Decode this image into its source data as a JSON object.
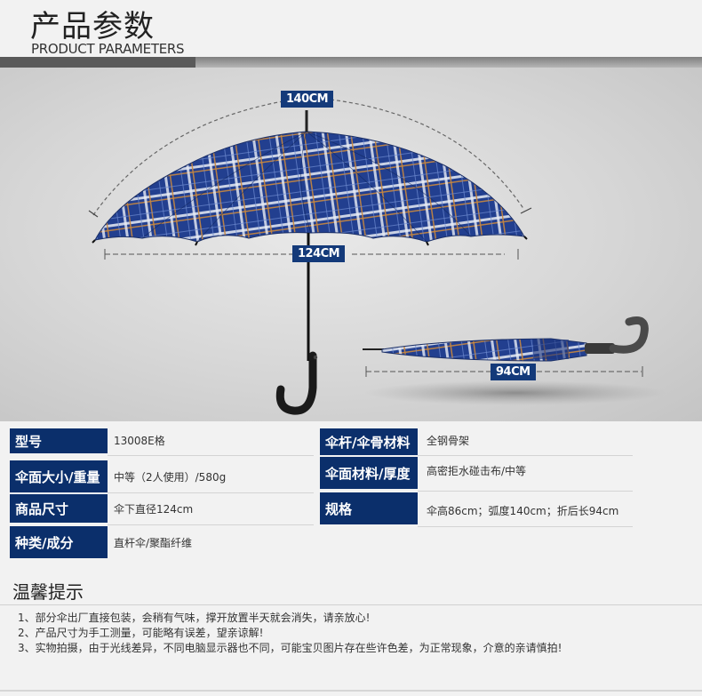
{
  "header": {
    "title_cn": "产品参数",
    "title_en": "PRODUCT PARAMETERS"
  },
  "dimensions": {
    "arc": "140CM",
    "diameter": "124CM",
    "folded": "94CM"
  },
  "colors": {
    "label_bg": "#0b2f6b",
    "dim_bg": "#143a7a",
    "canopy": "#223f8f"
  },
  "specs": {
    "model_label": "型号",
    "model_value": "13008E格",
    "shaft_label": "伞杆/伞骨材料",
    "shaft_value": "全钢骨架",
    "size_label": "伞面大小/重量",
    "size_value": "中等（2人使用）/580g",
    "fabric_label": "伞面材料/厚度",
    "fabric_value": "高密拒水碰击布/中等",
    "dim_label": "商品尺寸",
    "dim_value": "伞下直径124cm",
    "spec_label": "规格",
    "spec_value": "伞高86cm；弧度140cm；折后长94cm",
    "type_label": "种类/成分",
    "type_value": "直杆伞/聚酯纤维"
  },
  "tips": {
    "title": "温馨提示",
    "items": [
      "1、部分伞出厂直接包装，会稍有气味，撑开放置半天就会消失，请亲放心!",
      "2、产品尺寸为手工测量，可能略有误差，望亲谅解!",
      "3、实物拍摄，由于光线差异，不同电脑显示器也不同，可能宝贝图片存在些许色差，为正常现象，介意的亲请慎拍!"
    ]
  }
}
